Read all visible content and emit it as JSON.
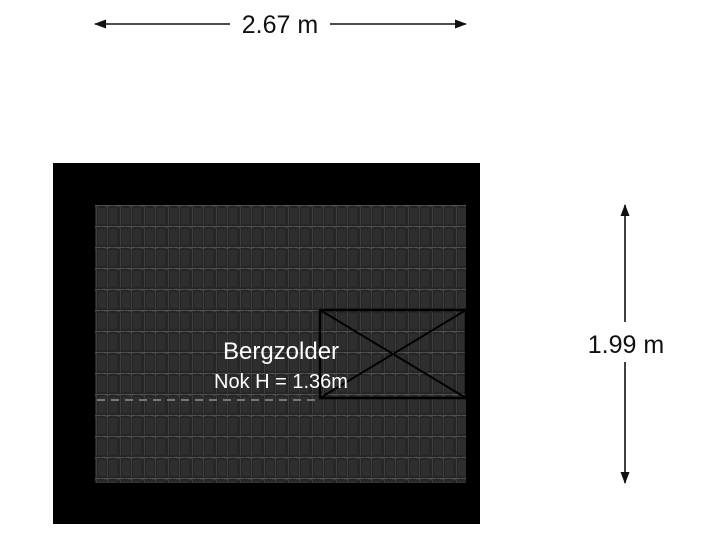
{
  "dimensions": {
    "width_label": "2.67 m",
    "height_label": "1.99 m"
  },
  "room": {
    "name": "Bergzolder",
    "ridge_height": "Nok H = 1.36m"
  },
  "colors": {
    "wall": "#000000",
    "roof_tile": "#2a2a2a",
    "tile_line": "#4a4a4a",
    "dimension": "#111111",
    "room_text": "#ffffff"
  }
}
